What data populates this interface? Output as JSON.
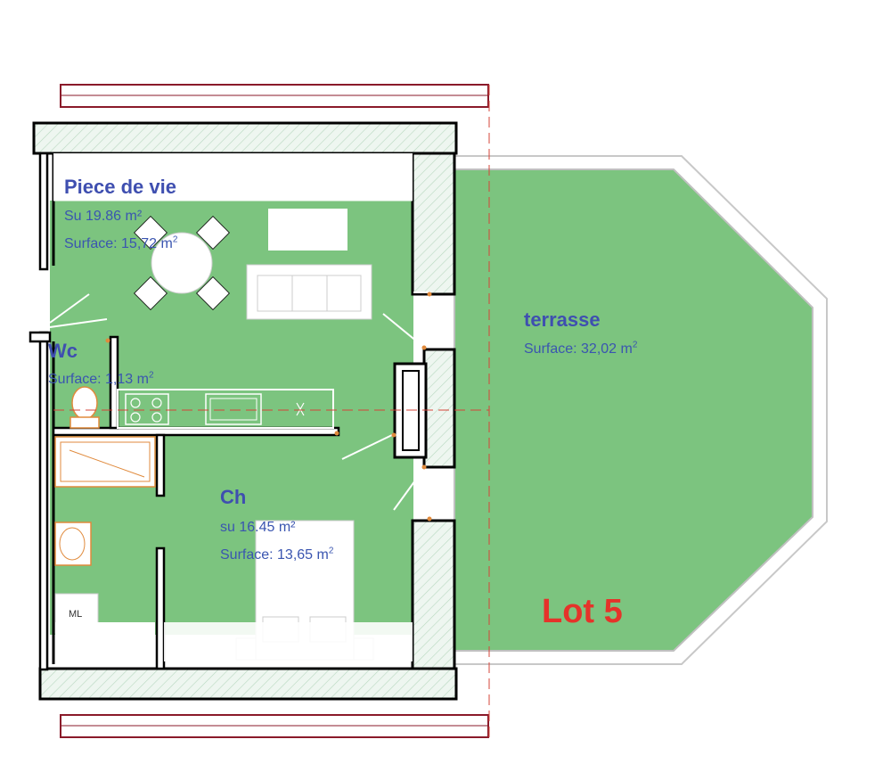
{
  "colors": {
    "floor_green": "#7cc47f",
    "wall": "#000000",
    "hatch": "#b8d8c0",
    "label_blue": "#3f4fb0",
    "lot_red": "#e5332a",
    "roof_red": "#8a1a2a"
  },
  "rooms": {
    "piece_de_vie": {
      "title": "Piece de vie",
      "su_label": "Su 19.86 m²",
      "surface_label": "Surface: 15,72 m",
      "surface_sup": "2"
    },
    "wc": {
      "title": "Wc",
      "surface_label": "Surface: 1,13 m",
      "surface_sup": "2"
    },
    "ch": {
      "title": "Ch",
      "su_label": "su 16.45 m²",
      "surface_label": "Surface: 13,65 m",
      "surface_sup": "2"
    },
    "terrasse": {
      "title": "terrasse",
      "surface_label": "Surface: 32,02 m",
      "surface_sup": "2"
    }
  },
  "fixtures": {
    "ml": "ML"
  },
  "lot_label": "Lot 5",
  "icons": [
    "dining-table-icon",
    "sofa-icon",
    "toilet-icon",
    "bathtub-icon",
    "sink-icon",
    "cooktop-icon",
    "bed-icon",
    "door-swing-icon"
  ]
}
